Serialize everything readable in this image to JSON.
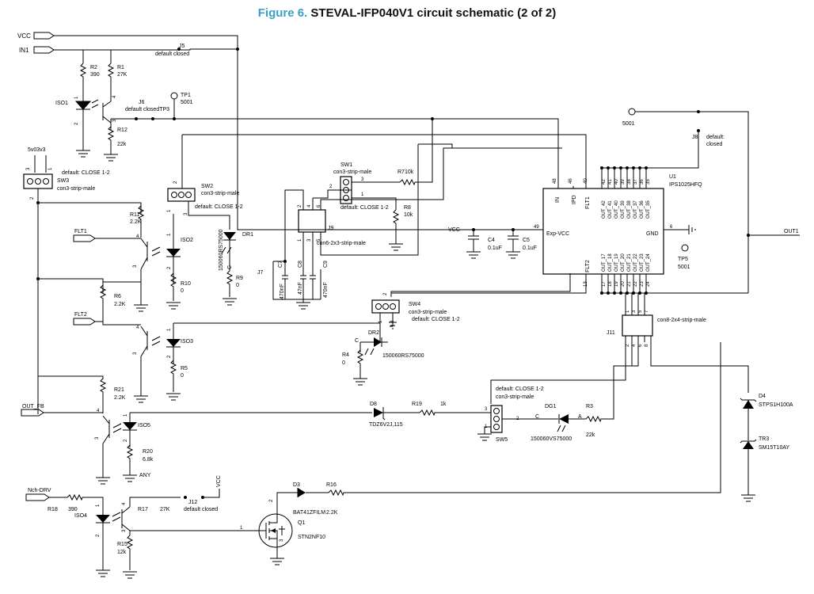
{
  "title": {
    "figure": "Figure 6.",
    "text": "STEVAL-IFP040V1 circuit schematic (2 of 2)"
  },
  "colors": {
    "figure_label": "#3aa0c8",
    "wire": "#000000",
    "background": "#ffffff"
  },
  "ports": {
    "vcc": "VCC",
    "in1": "IN1",
    "flt1": "FLT1",
    "flt2": "FLT2",
    "out_fb": "OUT_FB",
    "nch_drv": "Nch-DRV",
    "out1": "OUT1"
  },
  "labels": {
    "j5": "J5",
    "j5_def": "default closed",
    "r2": "R2",
    "r2v": "390",
    "r1": "R1",
    "r1v": "27K",
    "iso1": "ISO1",
    "j6": "J6",
    "j6_def": "default closedTP3",
    "tp1": "TP1",
    "tp1v": "5001",
    "r12": "R12",
    "r12v": "22k",
    "v5v03v3": "5v03v3",
    "sw3_def": "default: CLOSE 1-2",
    "sw3": "SW3",
    "sw3_type": "con3-strip-male",
    "sw2": "SW2",
    "sw2_type": "con3-strip-male",
    "sw2_def": "default: CLOSE 1-2",
    "dr1": "DR1",
    "dr1_part": "150060RS75000",
    "r9": "R9",
    "r9v": "0",
    "sw1": "SW1",
    "sw1_type": "con3-strip-male",
    "sw1_def": "default: CLOSE 1-2",
    "r7": "R710k",
    "r8": "R8",
    "r8v": "10k",
    "j9": "J9",
    "j9_type": "con6-2x3-strip-male",
    "j7": "J7",
    "c7": "C7",
    "c7v": "470nF",
    "c8": "C8",
    "c8v": "47nF",
    "c9": "C9",
    "c9v": "470nF",
    "r11": "R11",
    "r11v": "2.2K",
    "iso2": "ISO2",
    "r10": "R10",
    "r10v": "0",
    "r6": "R6",
    "r6v": "2.2K",
    "iso3": "ISO3",
    "r5": "R5",
    "r5v": "0",
    "sw4": "SW4",
    "sw4_type": "con3-strip-male",
    "sw4_def": "default: CLOSE 1-2",
    "dr2": "DR2",
    "dr2_part": "150060RS75000",
    "r4": "R4",
    "r4v": "0",
    "r21": "R21",
    "r21v": "2.2K",
    "iso5": "ISO5",
    "r20": "R20",
    "r20v": "6.8k",
    "any": "ANY",
    "d8": "D8",
    "d8_part": "TDZ6V2J,115",
    "r19": "R19",
    "r19v": "1k",
    "sw5_def": "default: CLOSE 1-2",
    "sw5_type": "con3-strip-male",
    "sw5": "SW5",
    "dg1": "DG1",
    "dg1_part": "150060VS75000",
    "r3": "R3",
    "r3v": "22k",
    "r18": "R18",
    "r18v": "390",
    "iso4": "ISO4",
    "r17": "R17",
    "r17v": "27K",
    "j12": "J12",
    "j12_def": "default closed",
    "r15": "R15",
    "r15v": "12k",
    "d3": "D3",
    "d3_part": "BAT41ZFILM",
    "r16": "R16",
    "r16v": "2.2K",
    "q1": "Q1",
    "q1_part": "STN2NF10",
    "c4": "C4",
    "c4v": "0.1uF",
    "c5": "C5",
    "c5v": "0.1uF",
    "u1": "U1",
    "u1_part": "IPS1025HFQ",
    "tp5": "TP5",
    "tp5v": "5001",
    "tp_top": "5001",
    "j8": "J8",
    "j8_def1": "default:",
    "j8_def2": "closed",
    "j11": "J11",
    "j11_type": "con8-2x4-strip-male",
    "d4": "D4",
    "d4_part": "STPS1H100A",
    "tr3": "TR3",
    "tr3_part": "SM15T10AY",
    "u1_in": "IN",
    "u1_ipd": "IPD",
    "u1_flt1": "FLT1",
    "u1_flt2": "FLT2",
    "u1_expvcc": "Exp-VCC",
    "u1_gnd": "GND",
    "dg1_c": "C",
    "dg1_a": "A",
    "dr1_c": "C",
    "dr2_c": "C"
  },
  "u1_pins": {
    "in": "48",
    "ipd": "46",
    "flt1": "40",
    "flt2": "13",
    "expvcc": "49",
    "gnd": "6",
    "top": [
      "42",
      "41",
      "40",
      "39",
      "38",
      "37",
      "36",
      "35"
    ],
    "top_outs": [
      "OUT_42",
      "OUT_41",
      "OUT_40",
      "OUT_39",
      "OUT_38",
      "OUT_37",
      "OUT_36",
      "OUT_35"
    ],
    "bottom": [
      "17",
      "18",
      "19",
      "20",
      "21",
      "22",
      "23",
      "24"
    ],
    "bottom_outs": [
      "OUT_17",
      "OUT_18",
      "OUT_19",
      "OUT_20",
      "OUT_21",
      "OUT_22",
      "OUT_23",
      "OUT_24"
    ]
  },
  "j11_pins": {
    "top": [
      "1",
      "3",
      "5",
      "7"
    ],
    "bottom": [
      "2",
      "4",
      "6",
      "8"
    ]
  },
  "pins": {
    "p1": "1",
    "p2": "2",
    "p3": "3",
    "p4": "4",
    "p5": "5",
    "p6": "6"
  }
}
